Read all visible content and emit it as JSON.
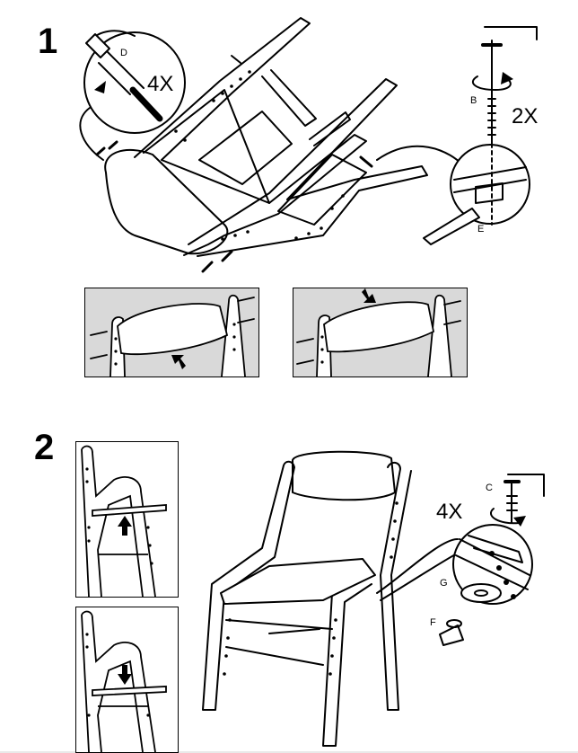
{
  "step1": {
    "number": "1",
    "qty_screws": "4X",
    "qty_bolts": "2X",
    "part_d": "D",
    "part_b": "B",
    "part_e": "E"
  },
  "step2": {
    "number": "2",
    "qty_bolts": "4X",
    "part_c": "C",
    "part_g": "G",
    "part_f": "F"
  },
  "colors": {
    "line": "#000000",
    "panel_gray": "#d9d9d9"
  },
  "icons": [
    "hex-key-icon",
    "screw-icon",
    "bolt-icon",
    "rotate-arrow-icon",
    "push-arrow-icon",
    "washer-icon",
    "barrel-nut-icon"
  ]
}
